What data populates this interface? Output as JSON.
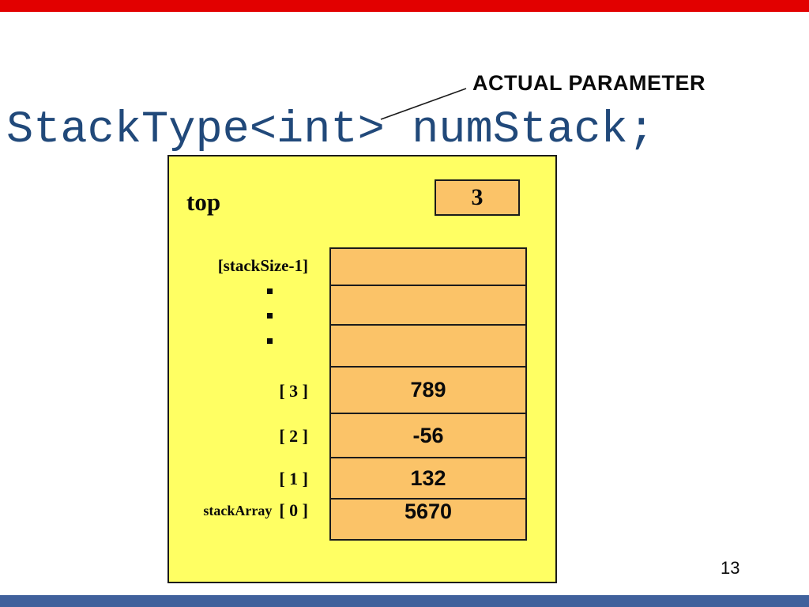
{
  "header": {
    "annotation": "ACTUAL PARAMETER",
    "code_line": "StackType<int> numStack;"
  },
  "footer": {
    "page_number": "13"
  },
  "colors": {
    "accent_red": "#e20000",
    "accent_blue": "#40619c",
    "slide_yellow": "#ffff63",
    "cell_orange": "#fbc368",
    "code_blue": "#21497a"
  },
  "diagram": {
    "top_field": {
      "label": "top",
      "value": "3"
    },
    "array_name": "stackArray",
    "size_label": "[stackSize-1]",
    "vertical_ellipsis": "...",
    "cells": [
      {
        "label": "[stackSize-1]",
        "value": ""
      },
      {
        "label": "",
        "value": ""
      },
      {
        "label": "",
        "value": ""
      },
      {
        "label": "[ 3 ]",
        "value": "789"
      },
      {
        "label": "[ 2 ]",
        "value": "-56"
      },
      {
        "label": "[ 1 ]",
        "value": "132"
      },
      {
        "label": "[ 0 ]",
        "value": "5670"
      }
    ]
  }
}
